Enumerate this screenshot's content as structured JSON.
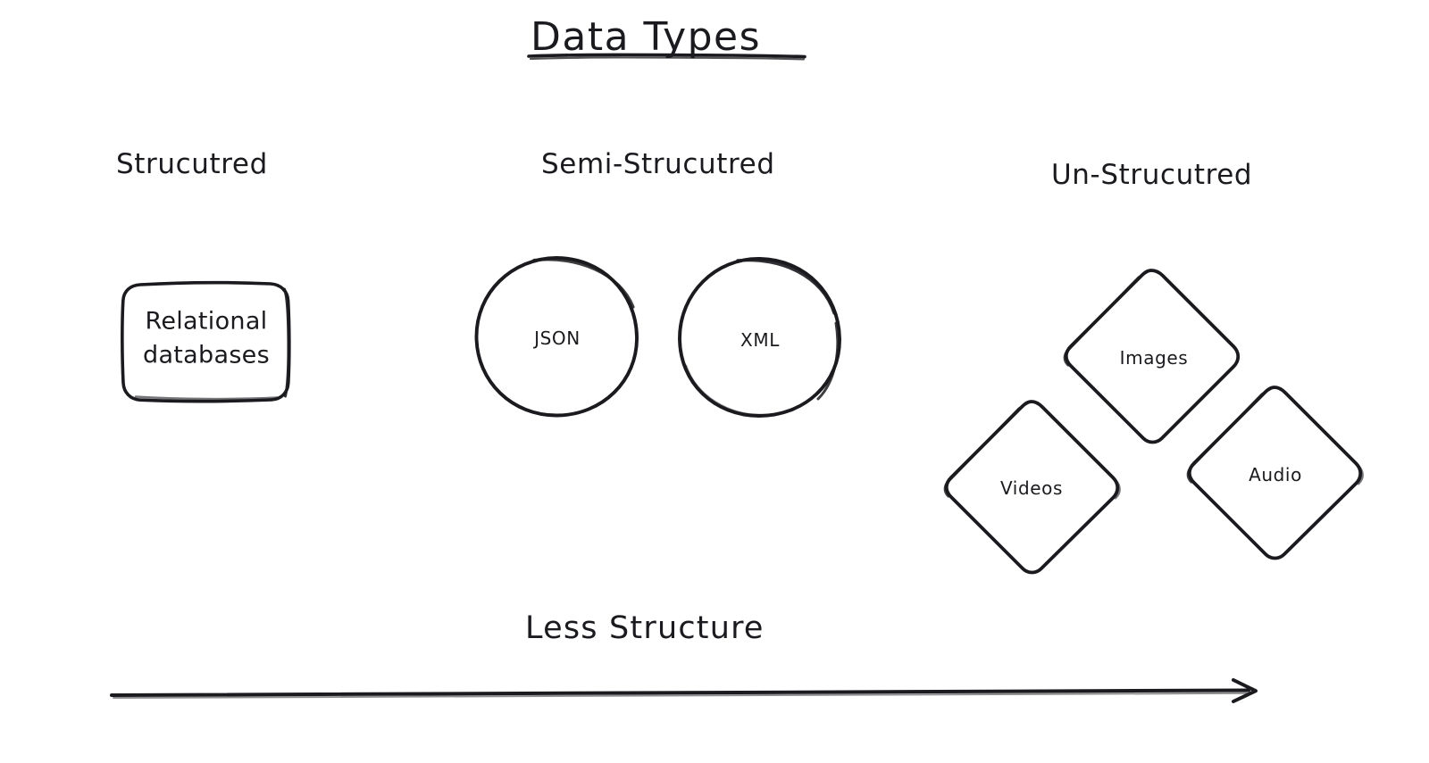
{
  "page": {
    "title": "Data Types",
    "background_color": "#ffffff",
    "ink_color": "#1b1b1f",
    "style": "hand-drawn whiteboard sketch"
  },
  "diagram": {
    "title": "Data Types",
    "title_underlined": true,
    "columns": [
      {
        "id": "structured",
        "label": "Strucutred"
      },
      {
        "id": "semi-structured",
        "label": "Semi-Strucutred"
      },
      {
        "id": "un-structured",
        "label": "Un-Strucutred"
      }
    ],
    "nodes": [
      {
        "id": "relational-databases",
        "shape": "rounded-rectangle",
        "column": "structured",
        "label": "Relational databases",
        "label_lines": [
          "Relational",
          "databases"
        ]
      },
      {
        "id": "json",
        "shape": "circle",
        "column": "semi-structured",
        "label": "JSON"
      },
      {
        "id": "xml",
        "shape": "circle",
        "column": "semi-structured",
        "label": "XML"
      },
      {
        "id": "images",
        "shape": "diamond",
        "column": "un-structured",
        "label": "Images"
      },
      {
        "id": "videos",
        "shape": "diamond",
        "column": "un-structured",
        "label": "Videos"
      },
      {
        "id": "audio",
        "shape": "diamond",
        "column": "un-structured",
        "label": "Audio"
      }
    ],
    "axis": {
      "label": "Less Structure",
      "direction": "left-to-right",
      "arrowhead": "right"
    }
  }
}
